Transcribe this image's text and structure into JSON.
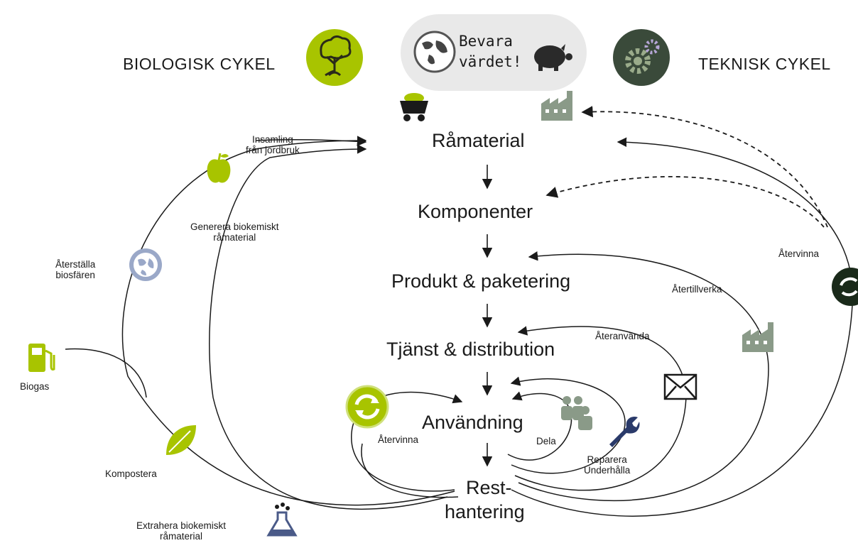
{
  "header": {
    "biological": "BIOLOGISK CYKEL",
    "technical": "TEKNISK CYKEL",
    "preserve_line1": "Bevara",
    "preserve_line2": "värdet!"
  },
  "stages": {
    "raw_material": "Råmaterial",
    "components": "Komponenter",
    "product": "Produkt & paketering",
    "service": "Tjänst & distribution",
    "usage": "Användning",
    "waste_line1": "Rest-",
    "waste_line2": "hantering"
  },
  "labels": {
    "collection_line1": "Insamling",
    "collection_line2": "från jordbruk",
    "generate_line1": "Generera biokemiskt",
    "generate_line2": "råmaterial",
    "restore_line1": "Återställa",
    "restore_line2": "biosfären",
    "biogas": "Biogas",
    "compost": "Kompostera",
    "extract_line1": "Extrahera biokemiskt",
    "extract_line2": "råmaterial",
    "recycle_outer": "Återvinna",
    "remanufacture": "Återtillverka",
    "reuse": "Återanvända",
    "recycle_inner": "Återvinna",
    "share": "Dela",
    "repair_line1": "Reparera",
    "repair_line2": "Underhålla"
  },
  "colors": {
    "bio_green": "#a8c400",
    "tech_dark": "#3a4a3a",
    "factory": "#8a9a88",
    "globe_blue": "#9aa8c8",
    "arrow": "#1a1a1a"
  },
  "icons": [
    "tree-icon",
    "globe-icon",
    "piggy-bank-icon",
    "gears-icon",
    "mine-cart-icon",
    "factory-icon",
    "apple-icon",
    "globe-restore-icon",
    "fuel-pump-icon",
    "leaf-icon",
    "flask-icon",
    "recycle-icon",
    "people-icon",
    "wrench-icon",
    "envelope-icon"
  ]
}
